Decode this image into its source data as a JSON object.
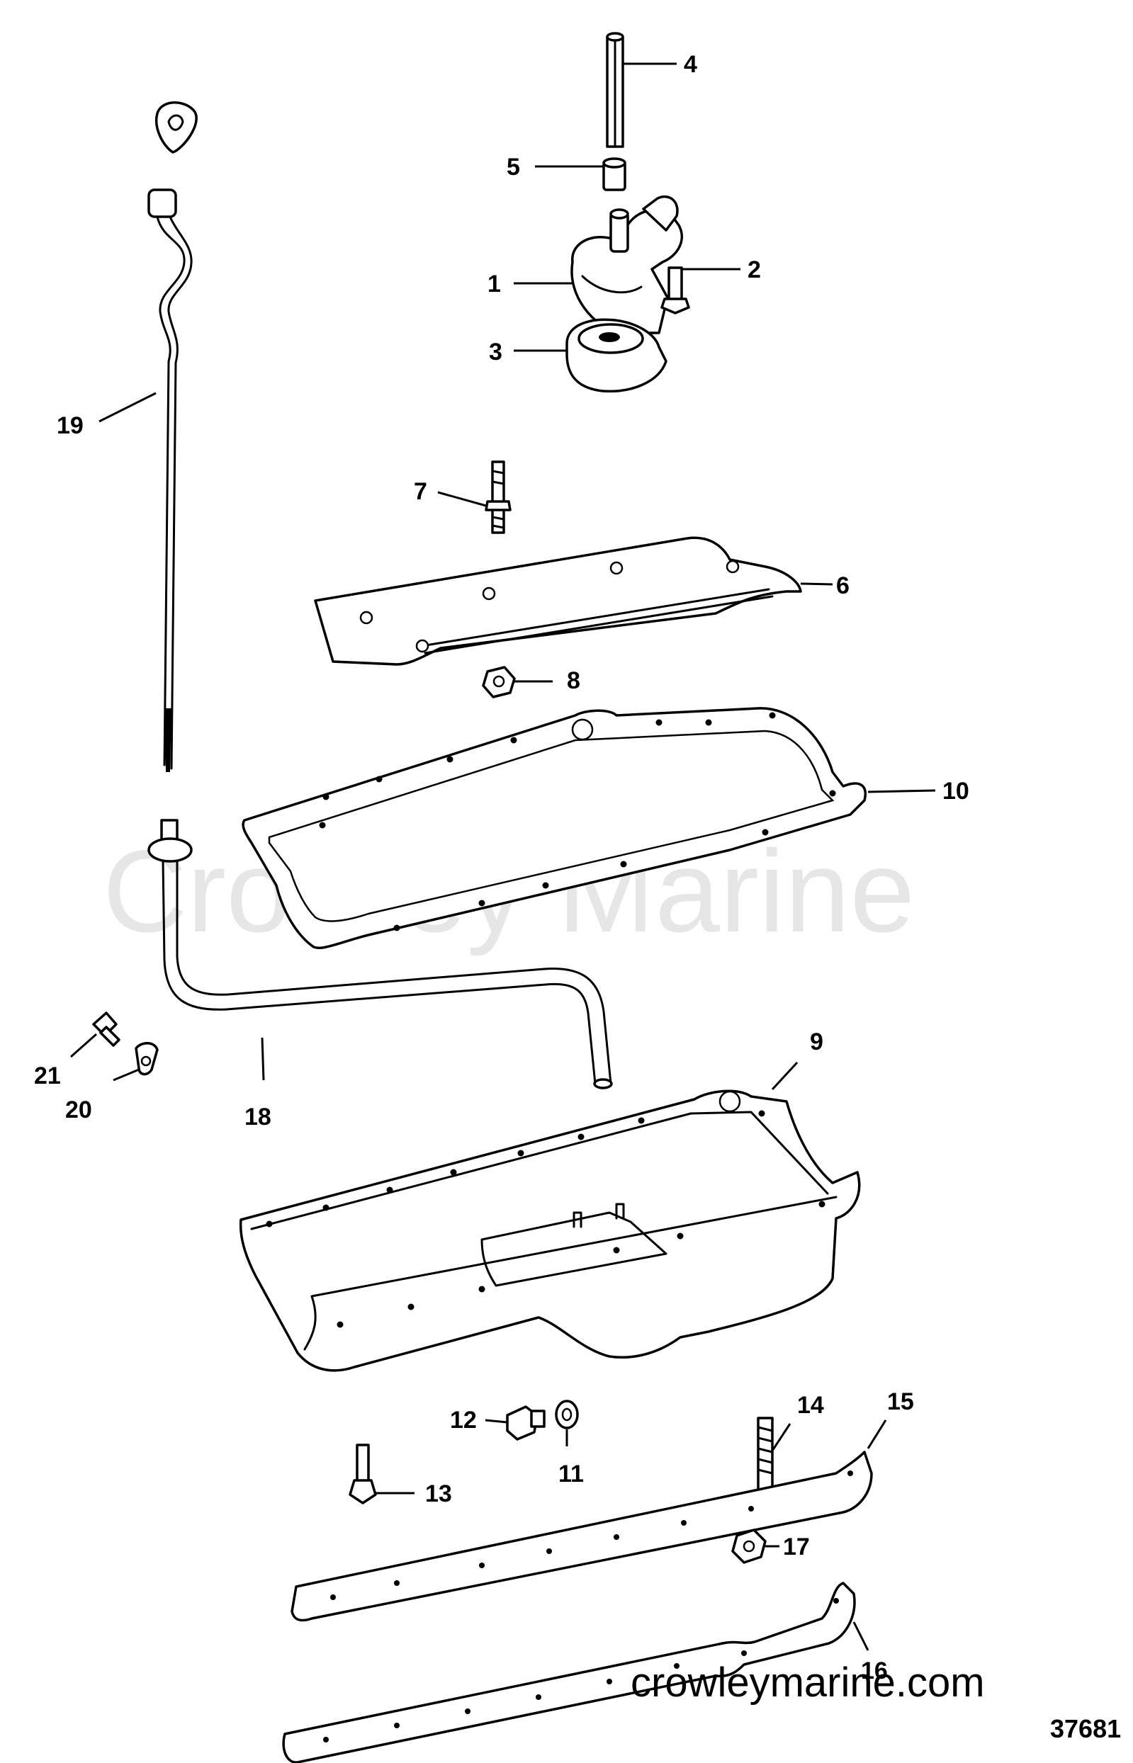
{
  "watermark": "Crowley Marine",
  "site_label": "crowleymarine.com",
  "diagram_number": "37681",
  "callouts": {
    "c1": "1",
    "c2": "2",
    "c3": "3",
    "c4": "4",
    "c5": "5",
    "c6": "6",
    "c7": "7",
    "c8": "8",
    "c9": "9",
    "c10": "10",
    "c11": "11",
    "c12": "12",
    "c13": "13",
    "c14": "14",
    "c15": "15",
    "c16": "16",
    "c17": "17",
    "c18": "18",
    "c19": "19",
    "c20": "20",
    "c21": "21"
  },
  "parts": [
    {
      "id": "1",
      "name": "oil-pump"
    },
    {
      "id": "2",
      "name": "pump-bolt"
    },
    {
      "id": "3",
      "name": "pickup-screen"
    },
    {
      "id": "4",
      "name": "pump-drive-shaft"
    },
    {
      "id": "5",
      "name": "shaft-sleeve"
    },
    {
      "id": "6",
      "name": "oil-baffle"
    },
    {
      "id": "7",
      "name": "baffle-stud"
    },
    {
      "id": "8",
      "name": "baffle-nut"
    },
    {
      "id": "9",
      "name": "oil-pan"
    },
    {
      "id": "10",
      "name": "oil-pan-gasket"
    },
    {
      "id": "11",
      "name": "drain-washer"
    },
    {
      "id": "12",
      "name": "drain-plug"
    },
    {
      "id": "13",
      "name": "pan-bolt"
    },
    {
      "id": "14",
      "name": "pan-stud"
    },
    {
      "id": "15",
      "name": "pan-rail-right"
    },
    {
      "id": "16",
      "name": "pan-rail-left"
    },
    {
      "id": "17",
      "name": "rail-nut"
    },
    {
      "id": "18",
      "name": "dipstick-tube"
    },
    {
      "id": "19",
      "name": "dipstick"
    },
    {
      "id": "20",
      "name": "tube-clip"
    },
    {
      "id": "21",
      "name": "clip-bolt"
    }
  ]
}
